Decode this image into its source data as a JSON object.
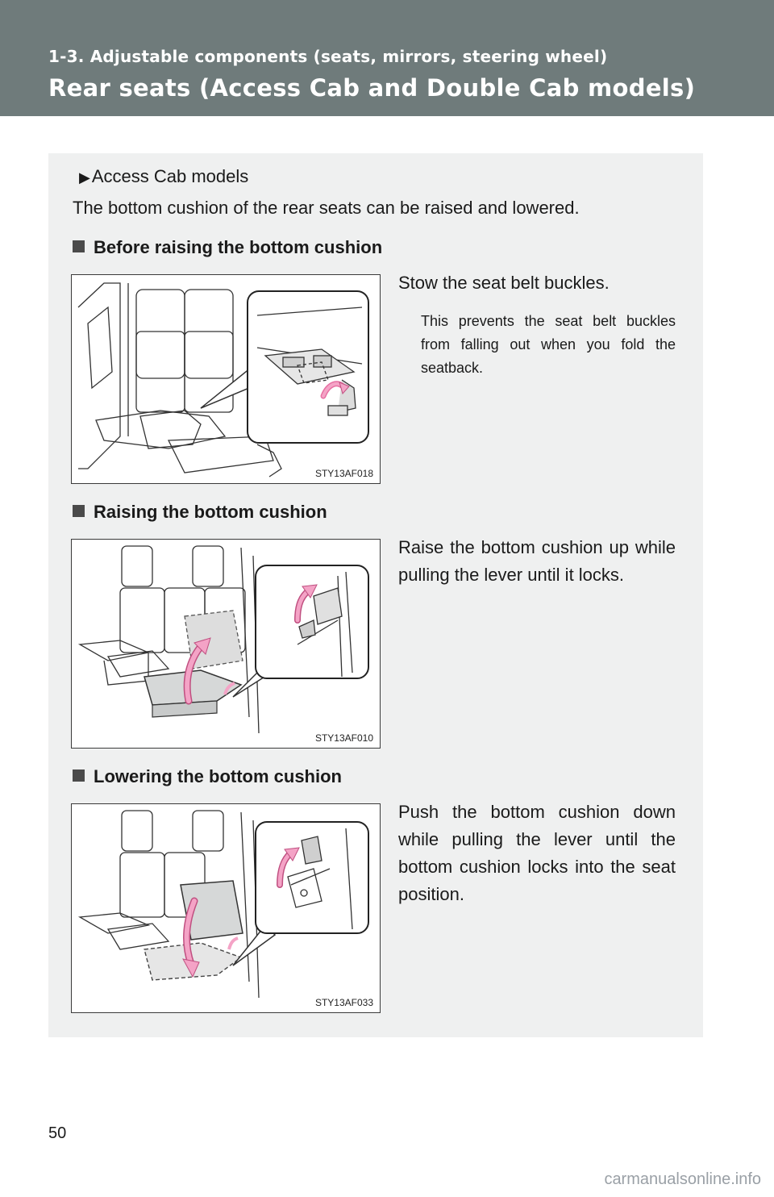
{
  "header": {
    "section": "1-3. Adjustable components (seats, mirrors, steering wheel)",
    "title": "Rear seats (Access Cab and Double Cab models)"
  },
  "intro": {
    "bullet": "Access Cab models",
    "text": "The bottom cushion of the rear seats can be raised and lowered."
  },
  "sections": [
    {
      "heading": "Before raising the bottom cushion",
      "instruction": "Stow the seat belt buckles.",
      "note": "This prevents the seat belt buckles from falling out when you fold the seatback.",
      "figure_code": "STY13AF018"
    },
    {
      "heading": "Raising the bottom cushion",
      "instruction": "Raise the bottom cushion up while pulling the lever until it locks.",
      "figure_code": "STY13AF010"
    },
    {
      "heading": "Lowering the bottom cushion",
      "instruction": "Push the bottom cushion down while pulling the lever until the bottom cushion locks into the seat position.",
      "figure_code": "STY13AF033"
    }
  ],
  "page_number": "50",
  "watermark": "carmanualsonline.info",
  "colors": {
    "header_bg": "#6f7b7b",
    "panel_bg": "#eff0f0",
    "arrow_pink": "#f4a3c6",
    "cushion_gray": "#d6d8d8"
  }
}
